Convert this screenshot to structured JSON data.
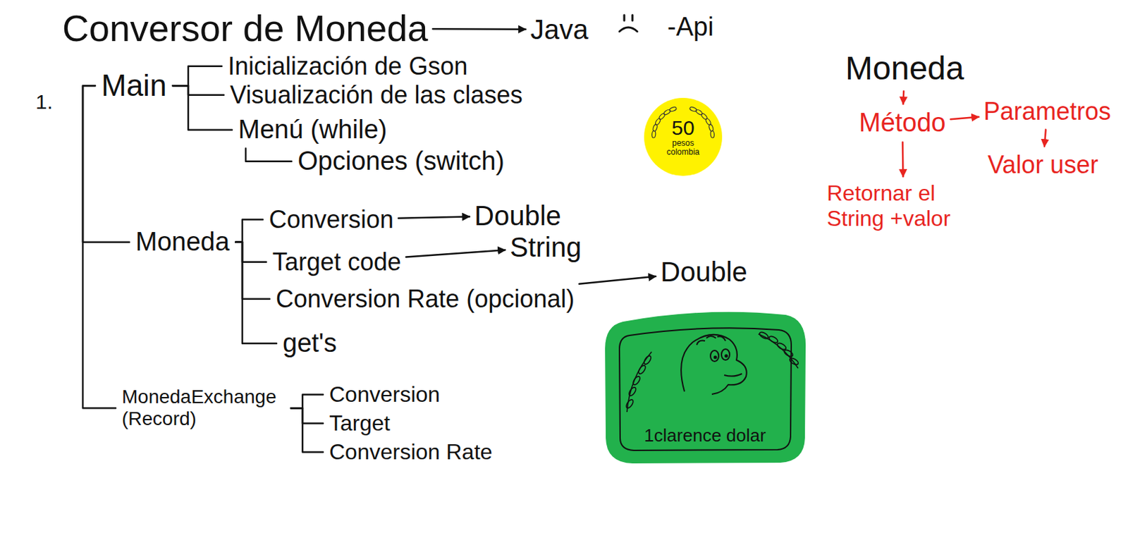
{
  "diagram": {
    "nodes": [
      {
        "text": [
          "Conversor de Moneda"
        ]
      },
      {
        "text": [
          "Java"
        ]
      },
      {
        "text": [
          "Main"
        ]
      },
      {
        "text": [
          "Inicialización de Gson"
        ]
      },
      {
        "text": [
          "Visualización de las clases"
        ]
      },
      {
        "text": [
          "Menú (while)"
        ]
      },
      {
        "text": [
          "Opciones (switch)"
        ]
      },
      {
        "text": [
          "50",
          "pesos colombia"
        ]
      },
      {
        "text": [
          "Moneda"
        ]
      },
      {
        "text": [
          "Conversion"
        ]
      },
      {
        "text": [
          "Double"
        ]
      },
      {
        "text": [
          "Target code"
        ]
      },
      {
        "text": [
          "String"
        ]
      },
      {
        "text": [
          "Conversion Rate (opcional)"
        ]
      },
      {
        "text": [
          "Double"
        ]
      },
      {
        "text": [
          "get's"
        ]
      },
      {
        "text": [
          "1clarence dolar"
        ]
      },
      {
        "text": [
          "MonedaExchange (Record)"
        ]
      },
      {
        "text": [
          "Conversion"
        ]
      },
      {
        "text": [
          "Target"
        ]
      },
      {
        "text": [
          "Conversion Rate"
        ]
      },
      {
        "text": [
          "Moneda"
        ]
      },
      {
        "text": [
          "Método"
        ]
      },
      {
        "text": [
          "Parametros"
        ]
      },
      {
        "text": [
          "Valor user"
        ]
      },
      {
        "text": [
          "Retornar el String +valor"
        ]
      }
    ],
    "edges": [
      {
        "from": 0,
        "to": 1,
        "arrow": "to"
      },
      {
        "from": 2,
        "to": 3,
        "arrow": "none"
      },
      {
        "from": 2,
        "to": 4,
        "arrow": "none"
      },
      {
        "from": 2,
        "to": 5,
        "arrow": "none"
      },
      {
        "from": 5,
        "to": 6,
        "arrow": "none"
      },
      {
        "from": 2,
        "to": 8,
        "arrow": "none"
      },
      {
        "from": 2,
        "to": 17,
        "arrow": "none"
      },
      {
        "from": 8,
        "to": 9,
        "arrow": "none"
      },
      {
        "from": 8,
        "to": 11,
        "arrow": "none"
      },
      {
        "from": 8,
        "to": 13,
        "arrow": "none"
      },
      {
        "from": 8,
        "to": 15,
        "arrow": "none"
      },
      {
        "from": 9,
        "to": 10,
        "arrow": "to"
      },
      {
        "from": 11,
        "to": 12,
        "arrow": "to"
      },
      {
        "from": 13,
        "to": 14,
        "arrow": "to"
      },
      {
        "from": 17,
        "to": 18,
        "arrow": "none"
      },
      {
        "from": 17,
        "to": 19,
        "arrow": "none"
      },
      {
        "from": 17,
        "to": 20,
        "arrow": "none"
      },
      {
        "from": 21,
        "to": 22,
        "arrow": "to"
      },
      {
        "from": 22,
        "to": 23,
        "arrow": "to"
      },
      {
        "from": 23,
        "to": 24,
        "arrow": "to"
      },
      {
        "from": 22,
        "to": 25,
        "arrow": "to"
      }
    ],
    "labels": [
      "-Api",
      "1."
    ]
  }
}
